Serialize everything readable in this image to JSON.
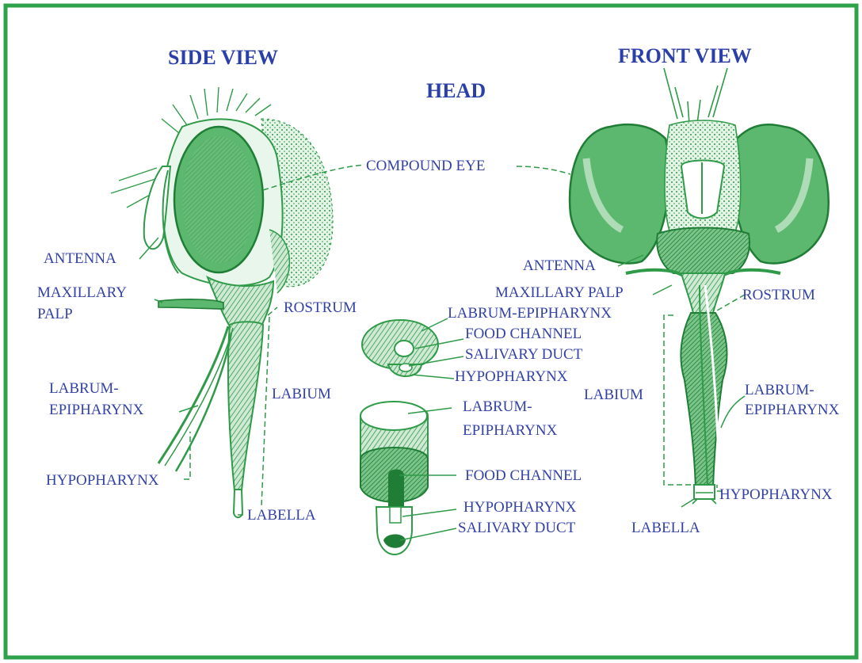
{
  "colors": {
    "border": "#2ea24a",
    "drawing": "#2f9a48",
    "drawing_dark": "#1f7d36",
    "eye_fill": "#5cb86e",
    "heading": "#2b3fa8",
    "label": "#3342a6",
    "leader": "#2f9a48",
    "background": "#ffffff"
  },
  "headings": {
    "side_view": "SIDE VIEW",
    "front_view": "FRONT  VIEW",
    "head": "HEAD"
  },
  "side_labels": {
    "compound_eye": "COMPOUND EYE",
    "antenna": "ANTENNA",
    "maxillary_palp_line1": "MAXILLARY",
    "maxillary_palp_line2": "PALP",
    "rostrum": "ROSTRUM",
    "labrum_line1": "LABRUM-",
    "labrum_line2": "EPIPHARYNX",
    "labium": "LABIUM",
    "hypopharynx": "HYPOPHARYNX",
    "labella": "LABELLA"
  },
  "cross_section_labels": {
    "labrum_epipharynx": "LABRUM-EPIPHARYNX",
    "food_channel": "FOOD CHANNEL",
    "salivary_duct": "SALIVARY DUCT",
    "hypopharynx": "HYPOPHARYNX"
  },
  "segment_labels": {
    "labrum_line1": "LABRUM-",
    "labrum_line2": "EPIPHARYNX",
    "food_channel": "FOOD CHANNEL",
    "hypopharynx": "HYPOPHARYNX",
    "salivary_duct": "SALIVARY DUCT"
  },
  "front_labels": {
    "antenna": "ANTENNA",
    "maxillary_palp": "MAXILLARY PALP",
    "rostrum": "ROSTRUM",
    "labium": "LABIUM",
    "labrum_line1": "LABRUM-",
    "labrum_line2": "EPIPHARYNX",
    "hypopharynx": "HYPOPHARYNX",
    "labella": "LABELLA"
  }
}
